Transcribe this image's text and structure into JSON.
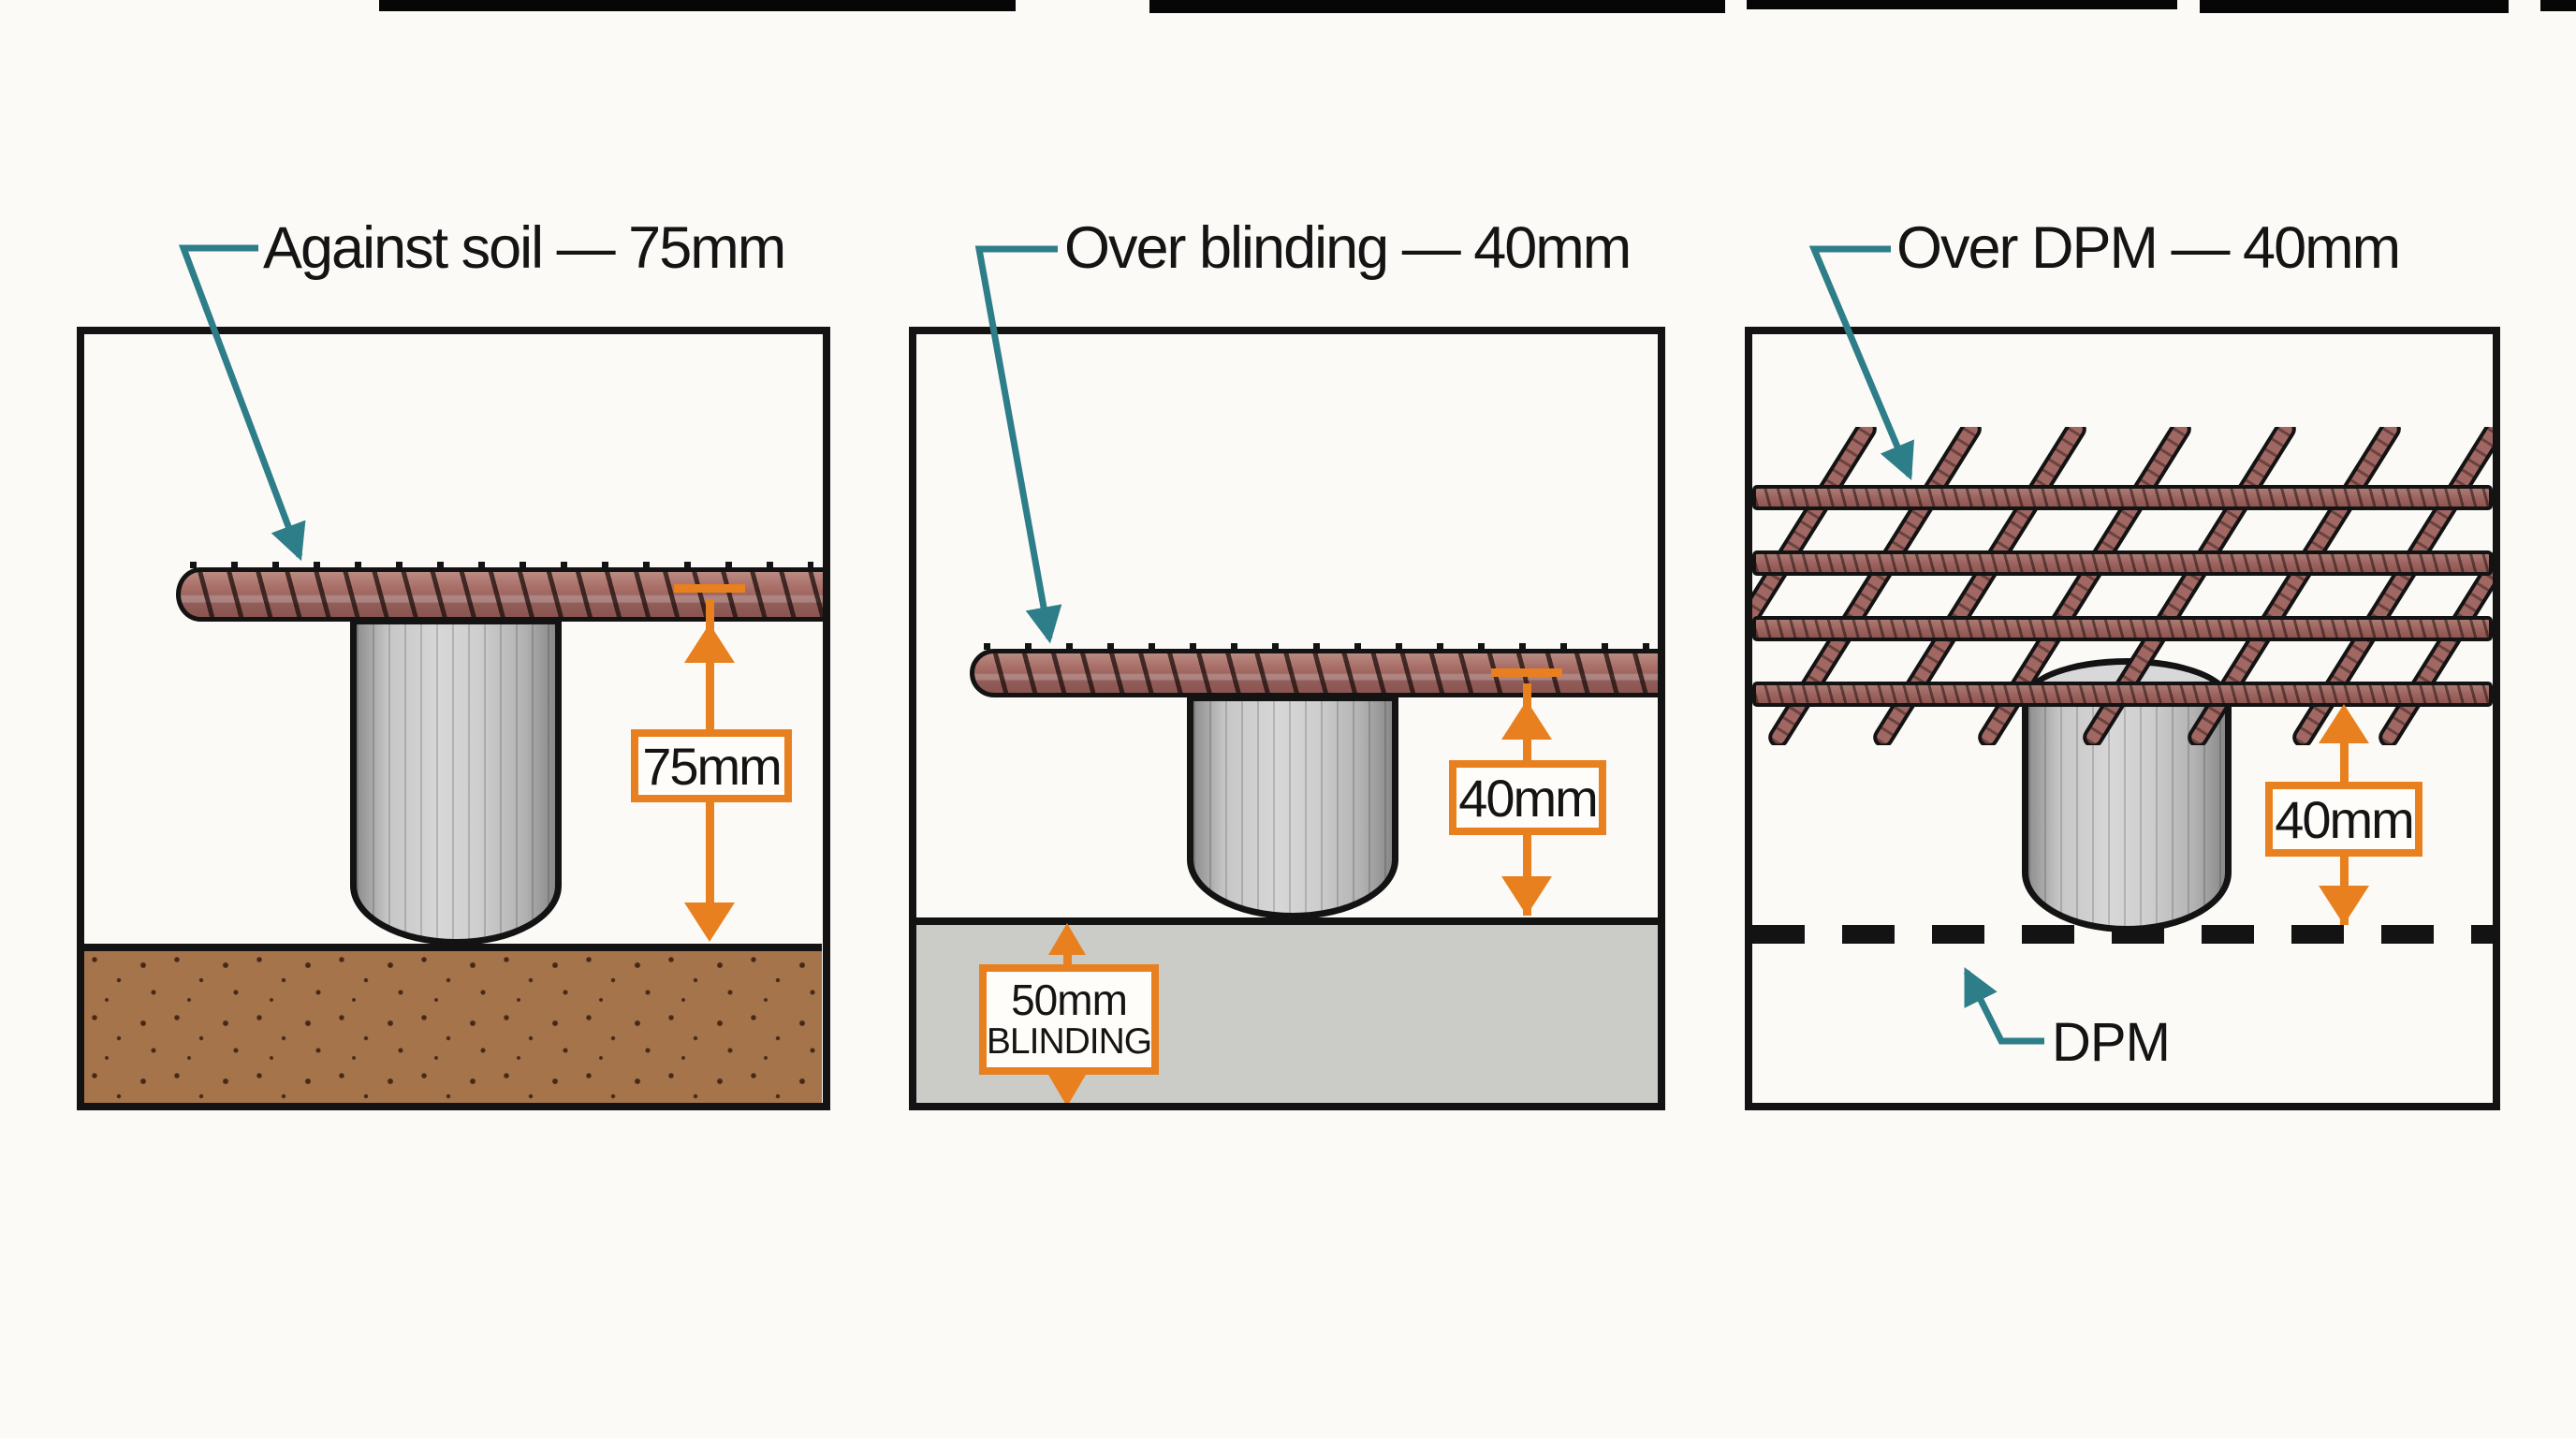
{
  "diagram": {
    "panels": [
      {
        "label": "Against soil — 75mm",
        "cover_label": "75mm"
      },
      {
        "label": "Over blinding — 40mm",
        "cover_label": "40mm",
        "blinding_line1": "50mm",
        "blinding_line2": "BLINDING"
      },
      {
        "label": "Over DPM — 40mm",
        "cover_label": "40mm",
        "dpm_label": "DPM"
      }
    ],
    "colors": {
      "background": "#fbfaf6",
      "outline": "#131313",
      "leader_teal": "#2e7e89",
      "dimension_orange": "#e8801f",
      "rebar_red_brown": "#a96e68",
      "soil_brown": "#a5744a",
      "blinding_grey": "#cbcbc7",
      "spacer_grey": "#cfcfcf"
    }
  }
}
